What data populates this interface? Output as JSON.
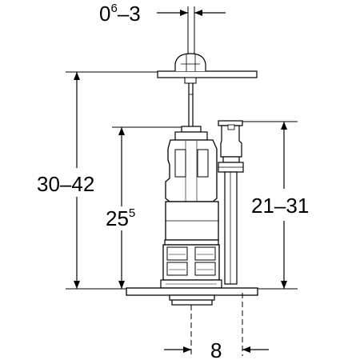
{
  "dimensions": {
    "top_gap": {
      "base": "0",
      "superscript": "6",
      "rest": "–3"
    },
    "overall_height": "30–42",
    "valve_height": {
      "base": "25",
      "superscript": "5"
    },
    "overflow_height": "21–31",
    "bottom_offset": "8"
  }
}
